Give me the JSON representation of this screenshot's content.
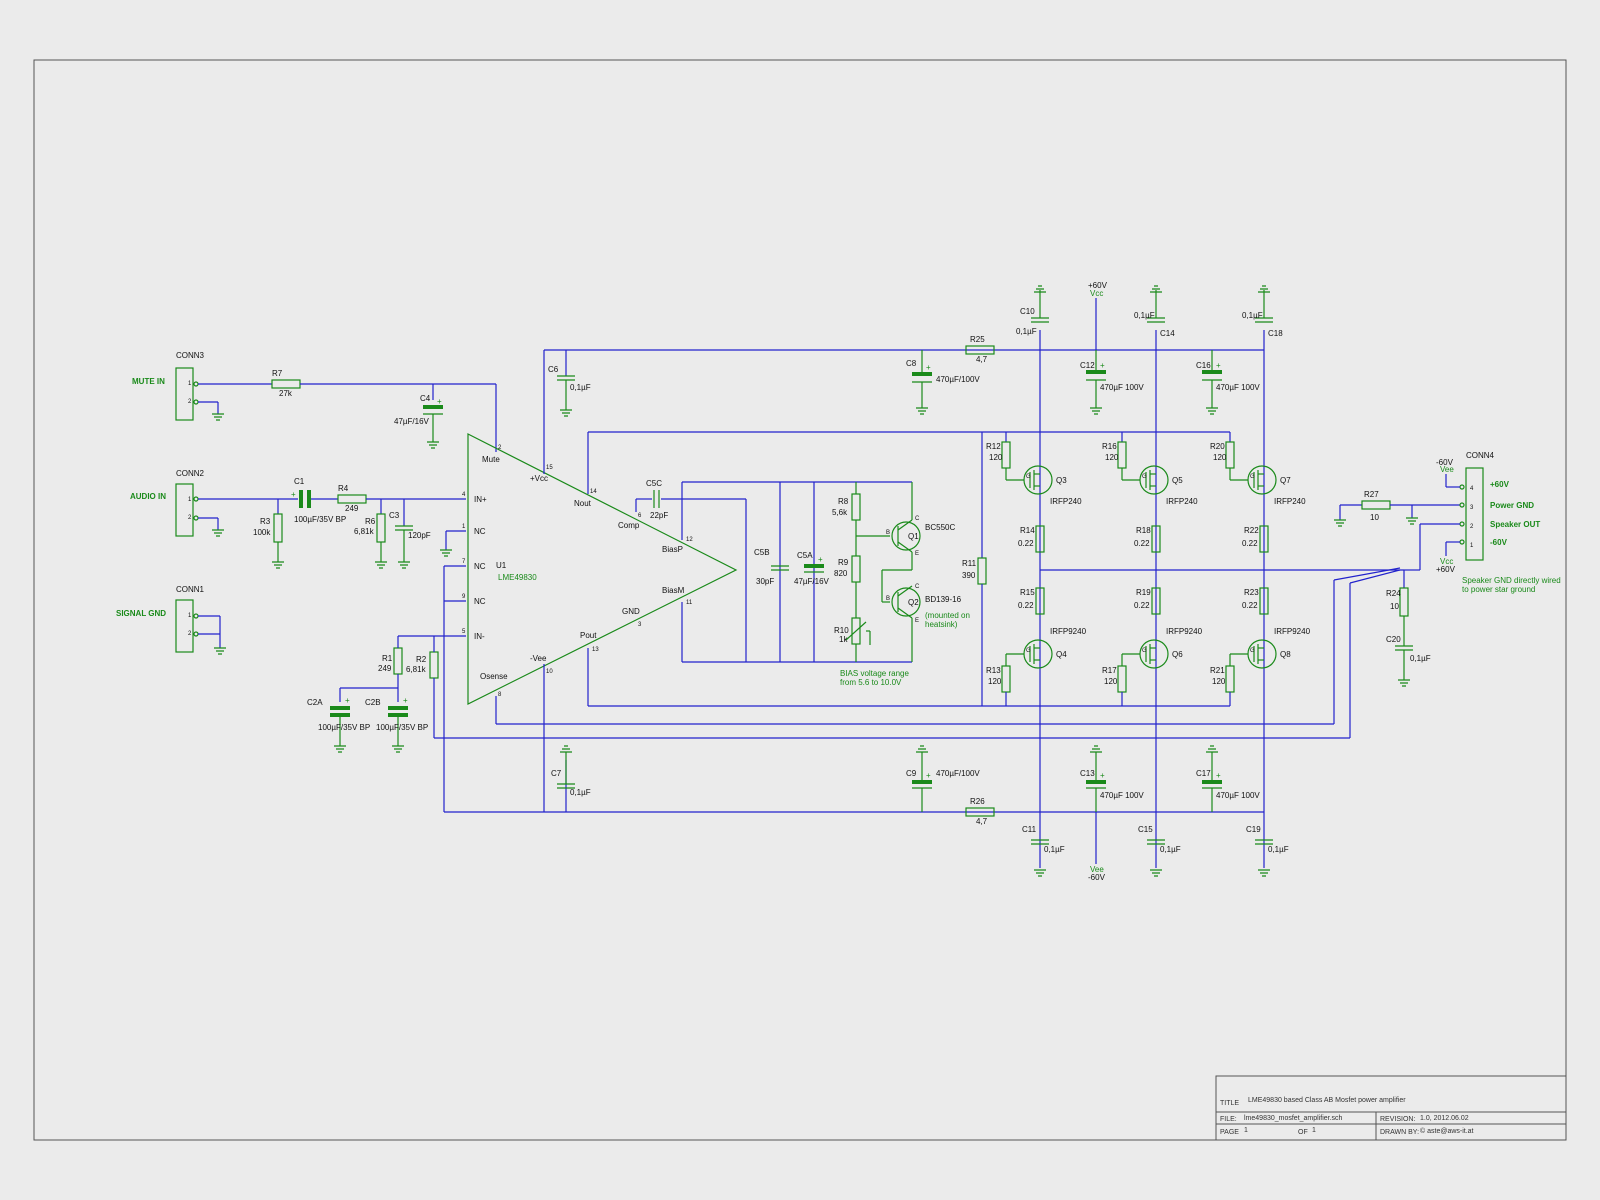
{
  "title_block": {
    "title_label": "TITLE",
    "title": "LME49830 based Class AB Mosfet power amplifier",
    "file_label": "FILE:",
    "file": "lme49830_mosfet_amplifier.sch",
    "revision_label": "REVISION:",
    "revision": "1.0, 2012.06.02",
    "page_label": "PAGE",
    "page": "1",
    "of_label": "OF",
    "of": "1",
    "drawn_label": "DRAWN BY:",
    "drawn": "© aste@aws-it.at"
  },
  "connectors": {
    "conn3": {
      "ref": "CONN3",
      "net": "MUTE IN"
    },
    "conn2": {
      "ref": "CONN2",
      "net": "AUDIO IN"
    },
    "conn1": {
      "ref": "CONN1",
      "net": "SIGNAL GND"
    },
    "conn4": {
      "ref": "CONN4",
      "pins": [
        "+60V",
        "Power GND",
        "Speaker OUT",
        "-60V"
      ],
      "note1": "Speaker GND directly wired",
      "note2": "to power star ground"
    }
  },
  "resistors": {
    "r7": [
      "R7",
      "27k"
    ],
    "r4": [
      "R4",
      "249"
    ],
    "r3": [
      "R3",
      "100k"
    ],
    "r6": [
      "R6",
      "6,81k"
    ],
    "r1": [
      "R1",
      "249"
    ],
    "r2": [
      "R2",
      "6,81k"
    ],
    "r8": [
      "R8",
      "5,6k"
    ],
    "r9": [
      "R9",
      "820"
    ],
    "r10": [
      "R10",
      "1k"
    ],
    "r11": [
      "R11",
      "390"
    ],
    "r25": [
      "R25",
      "4,7"
    ],
    "r26": [
      "R26",
      "4,7"
    ],
    "r12": [
      "R12",
      "120"
    ],
    "r16": [
      "R16",
      "120"
    ],
    "r20": [
      "R20",
      "120"
    ],
    "r14": [
      "R14",
      "0.22"
    ],
    "r18": [
      "R18",
      "0.22"
    ],
    "r22": [
      "R22",
      "0.22"
    ],
    "r15": [
      "R15",
      "0.22"
    ],
    "r19": [
      "R19",
      "0.22"
    ],
    "r23": [
      "R23",
      "0.22"
    ],
    "r13": [
      "R13",
      "120"
    ],
    "r17": [
      "R17",
      "120"
    ],
    "r21": [
      "R21",
      "120"
    ],
    "r27": [
      "R27",
      "10"
    ],
    "r24": [
      "R24",
      "10"
    ]
  },
  "capacitors": {
    "c4": [
      "C4",
      "47µF/16V"
    ],
    "c1": [
      "C1",
      "100µF/35V BP"
    ],
    "c3": [
      "C3",
      "120pF"
    ],
    "c2a": [
      "C2A",
      "100µF/35V BP"
    ],
    "c2b": [
      "C2B",
      "100µF/35V BP"
    ],
    "c6": [
      "C6",
      "0,1µF"
    ],
    "c7": [
      "C7",
      "0,1µF"
    ],
    "c5c": [
      "C5C",
      "22pF"
    ],
    "c5b": [
      "C5B",
      "30pF"
    ],
    "c5a": [
      "C5A",
      "47µF/16V"
    ],
    "c8": [
      "C8",
      "470µF/100V"
    ],
    "c9": [
      "C9",
      "470µF/100V"
    ],
    "c10": [
      "C10",
      "0,1µF"
    ],
    "c14": [
      "C14",
      "0,1µF"
    ],
    "c18": [
      "C18",
      "0,1µF"
    ],
    "c12": [
      "C12",
      "470µF 100V"
    ],
    "c16": [
      "C16",
      "470µF 100V"
    ],
    "c13": [
      "C13",
      "470µF 100V"
    ],
    "c17": [
      "C17",
      "470µF 100V"
    ],
    "c11": [
      "C11",
      "0,1µF"
    ],
    "c15": [
      "C15",
      "0,1µF"
    ],
    "c19": [
      "C19",
      "0,1µF"
    ],
    "c20": [
      "C20",
      "0,1µF"
    ]
  },
  "ic": {
    "ref": "U1",
    "part": "LME49830",
    "pins": {
      "mute": "Mute",
      "vcc": "+Vcc",
      "nout": "Nout",
      "comp": "Comp",
      "biasp": "BiasP",
      "biasm": "BiasM",
      "gnd": "GND",
      "pout": "Pout",
      "vee": "-Vee",
      "osense": "Osense",
      "inp": "IN+",
      "inm": "IN-",
      "nc": "NC"
    },
    "pin_numbers": {
      "mute": "2",
      "vcc": "15",
      "nout": "14",
      "comp": "6",
      "biasp": "12",
      "biasm": "11",
      "gnd": "3",
      "pout": "13",
      "vee": "10",
      "osense": "8",
      "inp": "4",
      "nc1": "1",
      "nc7": "7",
      "nc9": "9",
      "inm": "5"
    }
  },
  "transistors": {
    "q1": [
      "Q1",
      "BC550C"
    ],
    "q2": [
      "Q2",
      "BD139-16"
    ],
    "q2_note1": "(mounted on",
    "q2_note2": "heatsink)",
    "q3": [
      "Q3",
      "IRFP240"
    ],
    "q5": [
      "Q5",
      "IRFP240"
    ],
    "q7": [
      "Q7",
      "IRFP240"
    ],
    "q4": [
      "Q4",
      "IRFP9240"
    ],
    "q6": [
      "Q6",
      "IRFP9240"
    ],
    "q8": [
      "Q8",
      "IRFP9240"
    ]
  },
  "notes": {
    "bias1": "BIAS voltage range",
    "bias2": "from 5.6 to 10.0V"
  },
  "power": {
    "vcc_top": "+60V",
    "vcc_top_tag": "Vcc",
    "vee_bot": "-60V",
    "vee_bot_tag": "Vee",
    "c4_v1": "-60V",
    "c4_t1": "Vee",
    "c4_v2": "+60V",
    "c4_t2": "Vcc"
  },
  "colors": {
    "wire": "#2222cc",
    "component": "#1a8a1a",
    "background": "#ebebeb"
  }
}
